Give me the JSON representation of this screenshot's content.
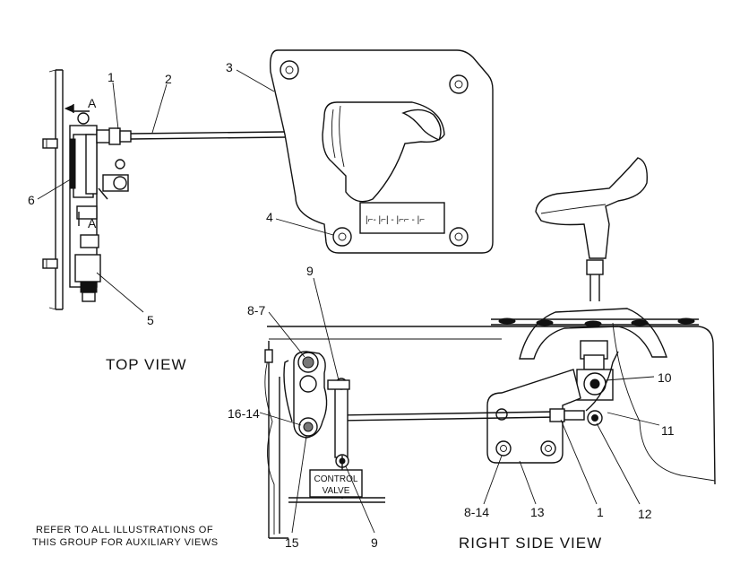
{
  "diagram": {
    "callouts": {
      "c1_top": "1",
      "c2": "2",
      "c3": "3",
      "c4": "4",
      "c5": "5",
      "c6": "6",
      "cA_top": "A",
      "cA_bottom": "A",
      "c8_7": "8-7",
      "c9_top": "9",
      "c10": "10",
      "c11": "11",
      "c16_14": "16-14",
      "c8_14": "8-14",
      "c13": "13",
      "c1_side": "1",
      "c12": "12",
      "c15": "15",
      "c9_bottom": "9"
    },
    "control_valve_line1": "CONTROL",
    "control_valve_line2": "VALVE",
    "top_view_label": "TOP  VIEW",
    "right_side_view_label": "RIGHT  SIDE  VIEW",
    "note_line1": "REFER TO ALL ILLUSTRATIONS OF",
    "note_line2": "THIS GROUP FOR AUXILIARY VIEWS"
  }
}
